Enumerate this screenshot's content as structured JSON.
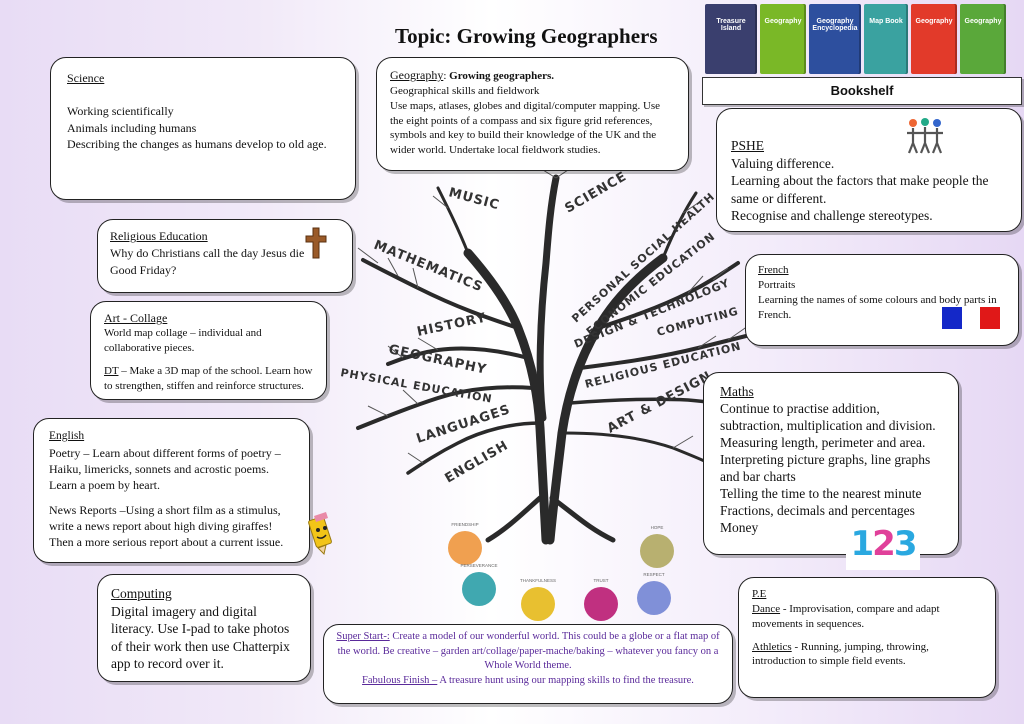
{
  "title": "Topic: Growing Geographers",
  "bookshelf": {
    "label": "Bookshelf",
    "books": [
      {
        "title": "Treasure Island",
        "color": "#3a3f6e"
      },
      {
        "title": "Geography",
        "color": "#7ab827"
      },
      {
        "title": "Geography Encyclopedia",
        "color": "#2d4f9e"
      },
      {
        "title": "Map Book",
        "color": "#3aa2a0"
      },
      {
        "title": "Geography",
        "color": "#e23a2a"
      },
      {
        "title": "Geography",
        "color": "#5aa83a"
      }
    ]
  },
  "science": {
    "heading": "Science",
    "lines": [
      "Working scientifically",
      "Animals including humans",
      "Describing the changes as humans develop to old age."
    ]
  },
  "geography": {
    "heading": "Geography",
    "subheading": "Growing geographers.",
    "line1": "Geographical skills and fieldwork",
    "body": "Use maps, atlases, globes and digital/computer mapping. Use the eight points of a compass and six figure grid references, symbols and key to build their knowledge of the UK and the wider world. Undertake local fieldwork studies."
  },
  "pshe": {
    "heading": "PSHE",
    "lines": [
      "Valuing difference.",
      "Learning about the factors that make people the same or different.",
      "Recognise and challenge stereotypes."
    ]
  },
  "re": {
    "heading": "Religious Education",
    "body": "Why do Christians call the day Jesus die Good Friday?"
  },
  "french": {
    "heading": "French",
    "line1": "Portraits",
    "body": "Learning the names of some colours and body parts in French.",
    "swatches": [
      "#1428c8",
      "#e01818"
    ]
  },
  "art": {
    "heading": "Art - Collage",
    "body": "World map collage – individual and collaborative pieces.",
    "dt_heading": "DT",
    "dt_body": " – Make a 3D map of the school. Learn how to strengthen, stiffen and reinforce structures."
  },
  "maths": {
    "heading": "Maths",
    "lines": [
      "Continue to practise addition, subtraction, multiplication and division.",
      "Measuring length, perimeter and area.",
      "Interpreting picture graphs, line graphs and bar charts",
      "Telling the time to the nearest minute",
      "Fractions, decimals and percentages",
      "Money"
    ],
    "badge": "123"
  },
  "english": {
    "heading": "English",
    "para1": "Poetry – Learn about different forms of poetry – Haiku, limericks, sonnets and acrostic poems. Learn a poem by heart.",
    "para2": "News Reports –Using a short film as a stimulus, write a news report about high diving giraffes! Then a more serious report about a current issue."
  },
  "computing": {
    "heading": "Computing",
    "body": "Digital imagery and digital literacy. Use I-pad to take photos of their work then use Chatterpix app to record over it."
  },
  "pe": {
    "heading": "P.E",
    "dance_label": "Dance",
    "dance_body": " -  Improvisation, compare and adapt movements in sequences.",
    "athletics_label": "Athletics",
    "athletics_body": " -  Running, jumping, throwing, introduction to simple field events."
  },
  "project": {
    "superstart_label": "Super Start-:",
    "superstart_body": " Create a model of our wonderful world. This could be a globe or a flat map of the world. Be creative – garden art/collage/paper-mache/baking – whatever you fancy on a Whole World theme.",
    "finish_label": "Fabulous Finish –",
    "finish_body": " A treasure hunt using our mapping skills to find the treasure."
  },
  "tree": {
    "branches": [
      "MUSIC",
      "SCIENCE",
      "MATHEMATICS",
      "PERSONAL SOCIAL HEALTH",
      "ECONOMIC EDUCATION",
      "DESIGN & TECHNOLOGY",
      "COMPUTING",
      "HISTORY",
      "GEOGRAPHY",
      "RELIGIOUS EDUCATION",
      "PHYSICAL EDUCATION",
      "ART & DESIGN",
      "LANGUAGES",
      "ENGLISH"
    ]
  },
  "values": [
    {
      "label": "FRIENDSHIP",
      "color": "#f0a050"
    },
    {
      "label": "PERSEVERANCE",
      "color": "#40a8b0"
    },
    {
      "label": "THANKFULNESS",
      "color": "#e8c030"
    },
    {
      "label": "TRUST",
      "color": "#c03080"
    },
    {
      "label": "RESPECT",
      "color": "#8090d8"
    },
    {
      "label": "HOPE",
      "color": "#b8b070"
    }
  ]
}
